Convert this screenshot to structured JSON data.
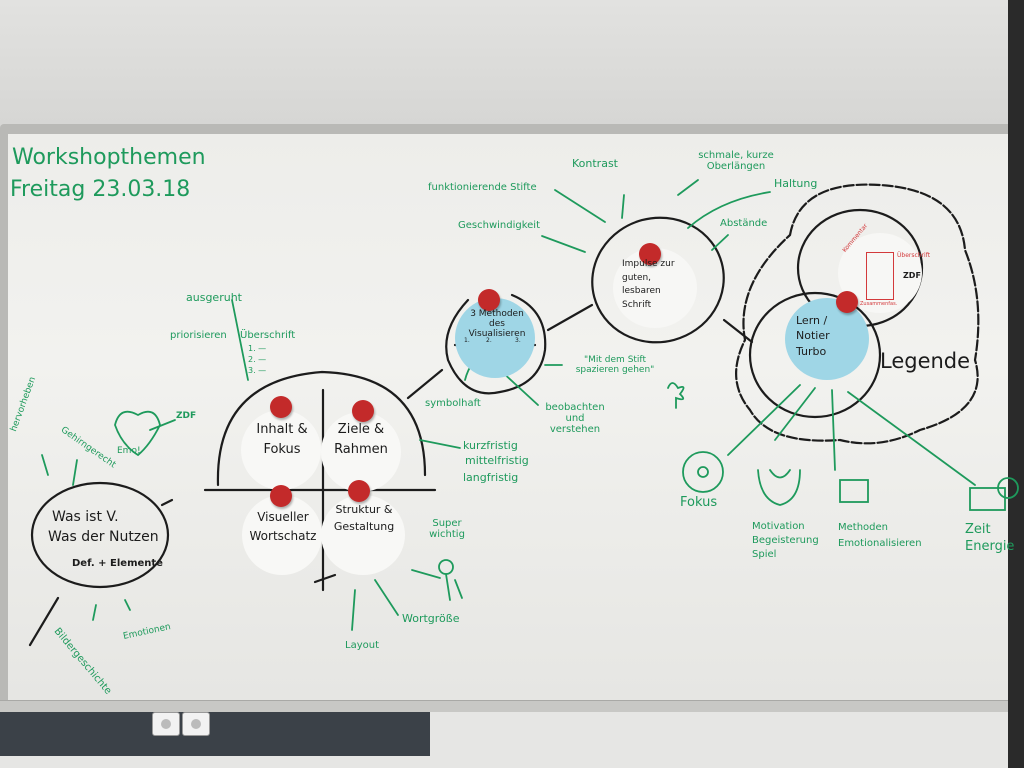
{
  "title": {
    "line1": "Workshopthemen",
    "line2": "Freitag 23.03.18"
  },
  "center": {
    "card_inhalt": "Inhalt & Fokus",
    "card_ziele": "Ziele & Rahmen",
    "card_visueller": "Visueller Wortschatz",
    "card_struktur": "Struktur & Gestaltung",
    "notes": [
      "ausgeruht",
      "priorisieren",
      "Überschrift",
      "1. —",
      "2. —",
      "3. —",
      "kurzfristig",
      "mittelfristig",
      "langfristig",
      "Super wichtig",
      "Layout",
      "Wortgröße"
    ]
  },
  "left": {
    "circle_line1": "Was ist V.",
    "circle_line2": "Was der Nutzen",
    "circle_line3": "Def. + Elemente",
    "notes": [
      "hervorheben",
      "Gehirngerecht",
      "Emo!",
      "ZDF",
      "Bildergeschichte",
      "Emotionen"
    ]
  },
  "methods": {
    "card": "3 Methoden des Visualisieren",
    "cols": [
      "1.",
      "2.",
      "3."
    ],
    "notes": [
      "symbolhaft",
      "beobachten und verstehen",
      "\"Mit dem Stift spazieren gehen\""
    ]
  },
  "schrift": {
    "card": "Impulse zur guten, lesbaren Schrift",
    "notes": [
      "funktionierende Stifte",
      "Kontrast",
      "schmale, kurze Oberlängen",
      "Haltung",
      "Geschwindigkeit",
      "Abstände"
    ]
  },
  "legende": {
    "title": "Legende",
    "card": "Lern / Notier Turbo",
    "red_card": [
      "Kommentar",
      "Überschrift",
      "ZDF",
      "Zusammenfas."
    ],
    "items": [
      "Fokus",
      "Motivation Begeisterung Spiel",
      "Methoden Emotionalisieren",
      "Zeit Energie"
    ]
  },
  "colors": {
    "marker_green": "#1e9a5c",
    "marker_black": "#1c1c1c",
    "card_blue": "#9fd6e6",
    "magnet_red": "#c32a2a"
  }
}
